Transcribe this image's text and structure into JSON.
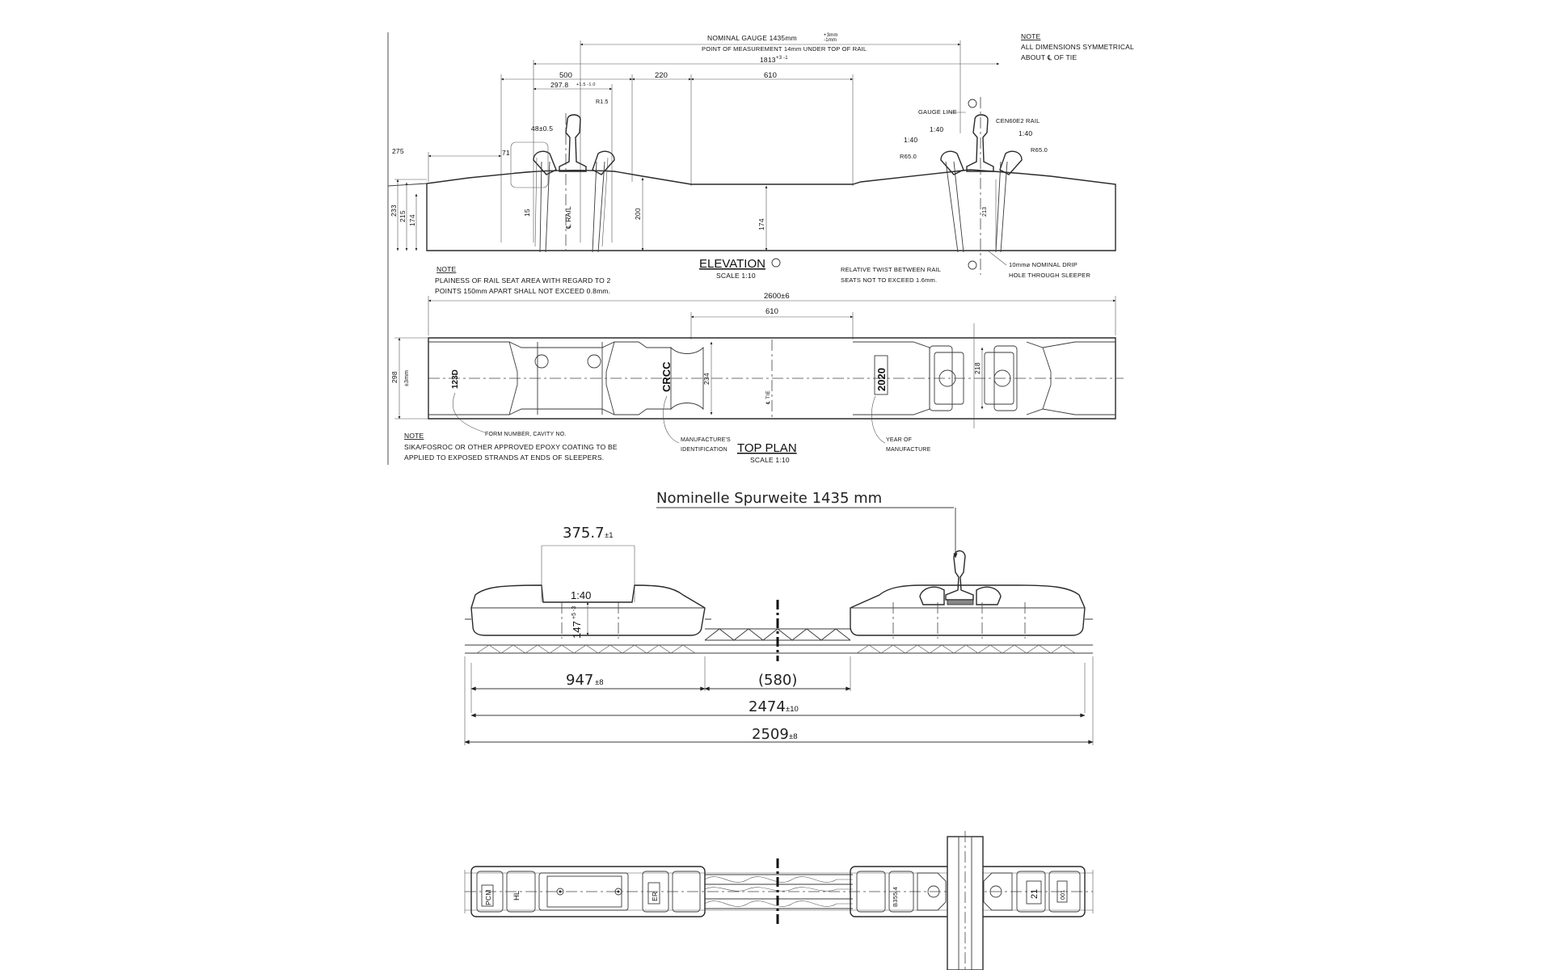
{
  "drawing1": {
    "elevation": {
      "nominal_gauge": "NOMINAL GAUGE 1435mm",
      "gauge_tol_top": "+3mm",
      "gauge_tol_bottom": "-1mm",
      "point_of_measurement": "POINT OF MEASUREMENT 14mm UNDER TOP OF RAIL",
      "dim_1813": "1813",
      "dim_1813_tol": "+3 -1",
      "dim_500": "500",
      "dim_297": "297.8",
      "dim_297_tol": "+1.5 -1.0",
      "dim_220": "220",
      "dim_610": "610",
      "dim_275": "275",
      "dim_48": "48±0.5",
      "dim_71": "71",
      "dim_R15": "R1.5",
      "dim_15": "15",
      "dim_233": "233",
      "dim_215": "215",
      "dim_174_left": "174",
      "dim_200": "200",
      "dim_174_mid": "174",
      "dim_213": "213",
      "rail_cl_label": "℄ RAIL",
      "gauge_line": "GAUGE LINE",
      "rail_type": "CEN60E2 RAIL",
      "slope_1": "1:40",
      "slope_2": "1:40",
      "slope_3": "1:40",
      "radius_1": "R65.0",
      "radius_2": "R65.0",
      "title": "ELEVATION",
      "scale": "SCALE 1:10",
      "note_right_title": "NOTE",
      "note_right_line1": "ALL DIMENSIONS SYMMETRICAL",
      "note_right_line2": "ABOUT ℄ OF TIE",
      "note_plainess_title": "NOTE",
      "note_plainess_line1": "PLAINESS OF RAIL SEAT AREA WITH REGARD TO 2",
      "note_plainess_line2": "POINTS 150mm APART SHALL NOT EXCEED 0.8mm.",
      "note_twist_line1": "RELATIVE TWIST BETWEEN RAIL",
      "note_twist_line2": "SEATS NOT TO EXCEED 1.6mm.",
      "note_drip_line1": "10mm⌀ NOMINAL DRIP",
      "note_drip_line2": "HOLE THROUGH SLEEPER"
    },
    "top_plan": {
      "dim_2600": "2600±6",
      "dim_610": "610",
      "dim_298": "298",
      "dim_298_tol": "±3mm",
      "dim_234": "234",
      "dim_218": "218",
      "mark_form": "123D",
      "mark_maker": "CRCC",
      "mark_year": "2020",
      "tie_cl": "℄ TIE",
      "label_form": "FORM NUMBER, CAVITY NO.",
      "label_maker_1": "MANUFACTURE'S",
      "label_maker_2": "IDENTIFICATION",
      "label_year_1": "YEAR OF",
      "label_year_2": "MANUFACTURE",
      "title": "TOP PLAN",
      "scale": "SCALE 1:10",
      "note_title": "NOTE",
      "note_line1": "SIKA/FOSROC OR OTHER APPROVED EPOXY COATING TO BE",
      "note_line2": "APPLIED TO EXPOSED STRANDS AT ENDS OF SLEEPERS."
    }
  },
  "drawing2": {
    "gauge_label": "Nominelle Spurweite 1435 mm",
    "dim_375": "375.7",
    "dim_375_tol": "±1",
    "slope": "1:40",
    "dim_147": "147",
    "dim_147_tol": "+5 -3",
    "dim_947": "947",
    "dim_947_tol": "±8",
    "dim_580": "(580)",
    "dim_2474": "2474",
    "dim_2474_tol": "±10",
    "dim_2509": "2509",
    "dim_2509_tol": "±8"
  },
  "drawing3": {
    "mark_pcm": "PCM",
    "mark_hl": "HL",
    "mark_er": "ER",
    "mark_b355": "B355.4",
    "mark_21": "21",
    "mark_small": "001"
  }
}
